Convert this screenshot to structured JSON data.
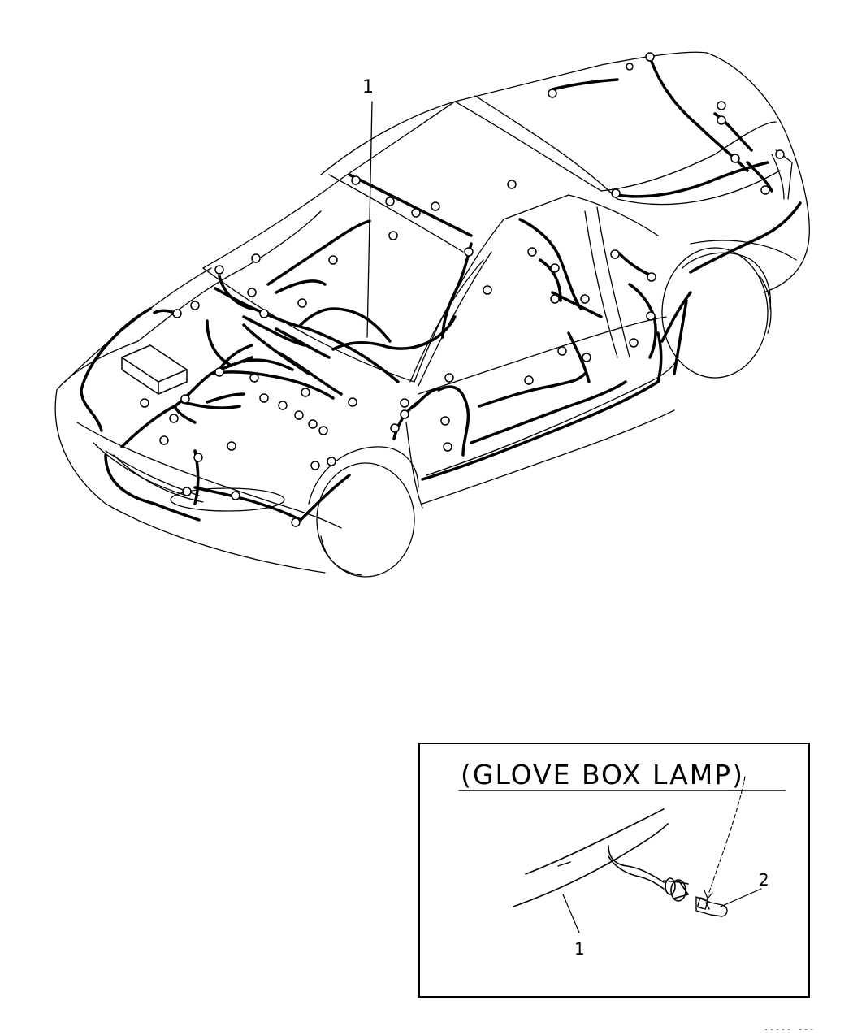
{
  "diagram": {
    "callouts": {
      "main_harness": "1"
    },
    "inset": {
      "title": "(GLOVE BOX LAMP)",
      "callout_harness": "1",
      "callout_bulb": "2"
    },
    "ref_code": "----- ---"
  },
  "colors": {
    "line": "#000000",
    "background": "#ffffff"
  }
}
